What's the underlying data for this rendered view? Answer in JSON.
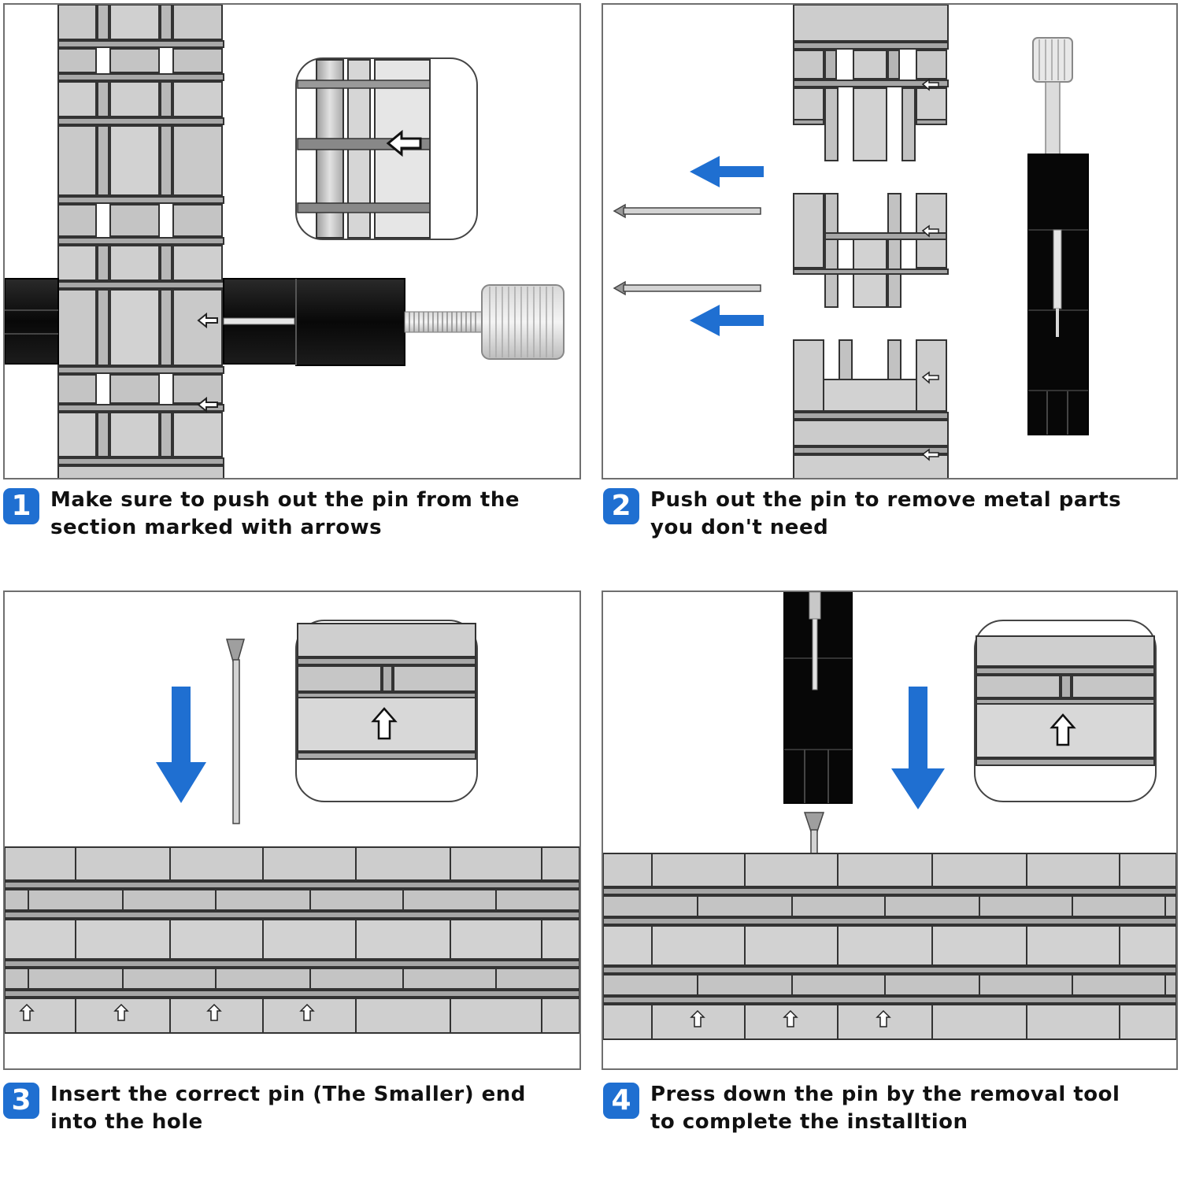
{
  "colors": {
    "accent": "#1f6fd1",
    "metal": "#c9c9c9",
    "tool": "#0c0c0c",
    "border": "#6f6f6f"
  },
  "icons": {
    "left_arrow": "left-arrow-marking-icon",
    "up_arrow": "up-arrow-marking-icon",
    "blue_arrow": "blue-direction-arrow-icon"
  },
  "steps": [
    {
      "number": "1",
      "line1": "Make sure to push out the pin from the",
      "line2": "section marked with arrows"
    },
    {
      "number": "2",
      "line1": "Push out the pin to remove metal parts",
      "line2": "you don't need"
    },
    {
      "number": "3",
      "line1": "Insert the correct pin (The Smaller) end",
      "line2": "into the hole"
    },
    {
      "number": "4",
      "line1": "Press down the pin by the removal tool",
      "line2": "to complete the installtion"
    }
  ]
}
